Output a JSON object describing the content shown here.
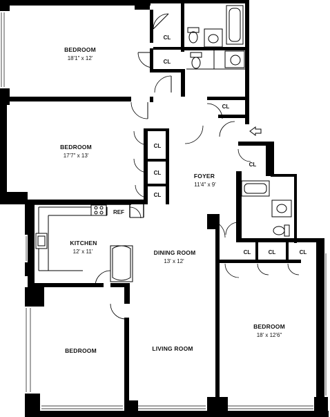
{
  "rooms": {
    "bedroom1": {
      "name": "BEDROOM",
      "dims": "18'1\" x 12'"
    },
    "bedroom2": {
      "name": "BEDROOM",
      "dims": "17'7\" x 13'"
    },
    "foyer": {
      "name": "FOYER",
      "dims": "11'4\" x 9'"
    },
    "kitchen": {
      "name": "KITCHEN",
      "dims": "12' x 11'"
    },
    "dining": {
      "name": "DINING ROOM",
      "dims": "13' x 12'"
    },
    "bedroom3": {
      "name": "BEDROOM",
      "dims": "18' x 12'6\""
    },
    "bedroom4": {
      "name": "BEDROOM"
    },
    "living": {
      "name": "LIVING ROOM"
    }
  },
  "labels": {
    "closet": "CL",
    "refrigerator": "REF"
  }
}
